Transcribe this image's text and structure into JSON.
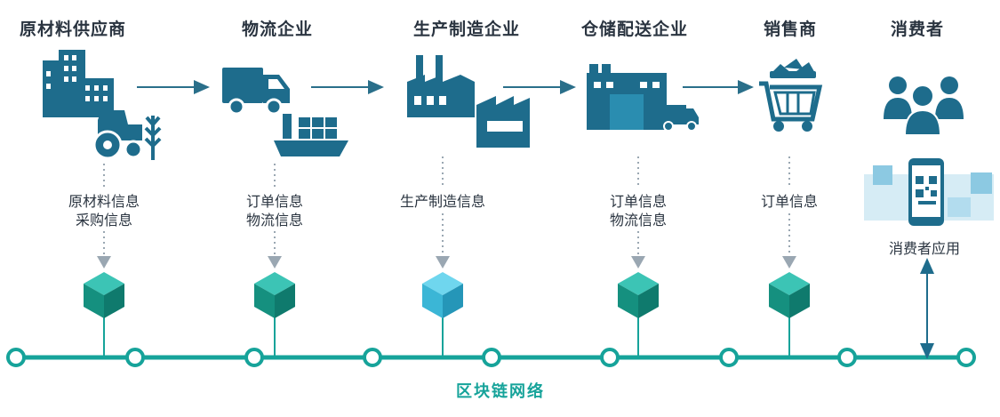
{
  "colors": {
    "icon": "#1e6c8c",
    "teal": "#16a39a",
    "block": "#1a9d93",
    "block_highlight": "#3fb9d8",
    "arrow": "#2a6f8a",
    "dotted": "#9aa7b2"
  },
  "stages": [
    {
      "title": "原材料供应商",
      "icon": "factory-farm-icon",
      "info": [
        "原材料信息",
        "采购信息"
      ]
    },
    {
      "title": "物流企业",
      "icon": "truck-ship-icon",
      "info": [
        "订单信息",
        "物流信息"
      ]
    },
    {
      "title": "生产制造企业",
      "icon": "factory-icon",
      "info": [
        "生产制造信息"
      ]
    },
    {
      "title": "仓储配送企业",
      "icon": "warehouse-icon",
      "info": [
        "订单信息",
        "物流信息"
      ]
    },
    {
      "title": "销售商",
      "icon": "shopping-cart-icon",
      "info": [
        "订单信息"
      ]
    },
    {
      "title": "消费者",
      "icon": "consumers-icon",
      "info": []
    }
  ],
  "consumer_app_label": "消费者应用",
  "network_label": "区块链网络"
}
